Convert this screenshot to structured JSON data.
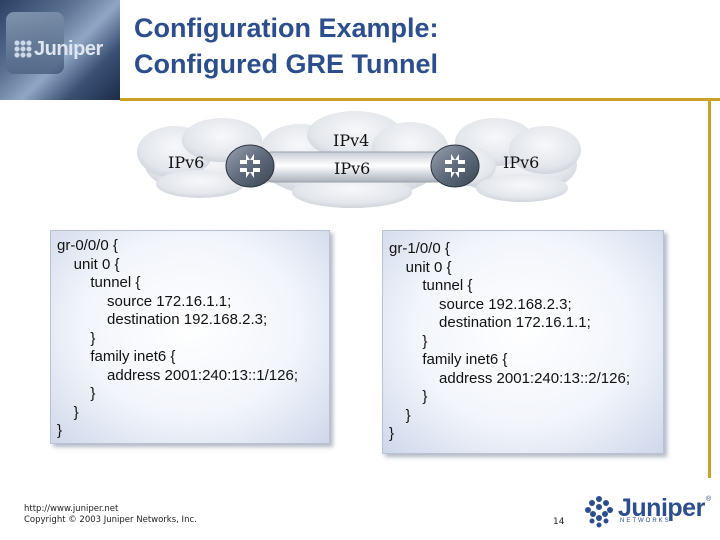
{
  "title": {
    "line1": "Configuration Example:",
    "line2": "Configured GRE Tunnel"
  },
  "header_logo_text": "Juniper",
  "diagram": {
    "left_cloud_label": "IPv6",
    "middle_cloud_label": "IPv4",
    "tunnel_label": "IPv6",
    "right_cloud_label": "IPv6"
  },
  "left_config": {
    "lines": [
      "gr-0/0/0 {",
      "    unit 0 {",
      "        tunnel {",
      "            source 172.16.1.1;",
      "            destination 192.168.2.3;",
      "        }",
      "        family inet6 {",
      "            address 2001:240:13::1/126;",
      "        }",
      "    }",
      "}"
    ]
  },
  "right_config": {
    "lines": [
      "gr-1/0/0 {",
      "    unit 0 {",
      "        tunnel {",
      "            source 192.168.2.3;",
      "            destination 172.16.1.1;",
      "        }",
      "        family inet6 {",
      "            address 2001:240:13::2/126;",
      "        }",
      "    }",
      "}"
    ]
  },
  "footer": {
    "url": "http://www.juniper.net",
    "copyright": "Copyright © 2003 Juniper Networks, Inc.",
    "page_number": "14"
  },
  "brand": {
    "name": "Juniper",
    "tagline": "NETWORKS",
    "registered": "®"
  },
  "colors": {
    "title": "#2d4e8c",
    "accent_gold": "#c9a227",
    "cloud": "#e6e9ee"
  }
}
